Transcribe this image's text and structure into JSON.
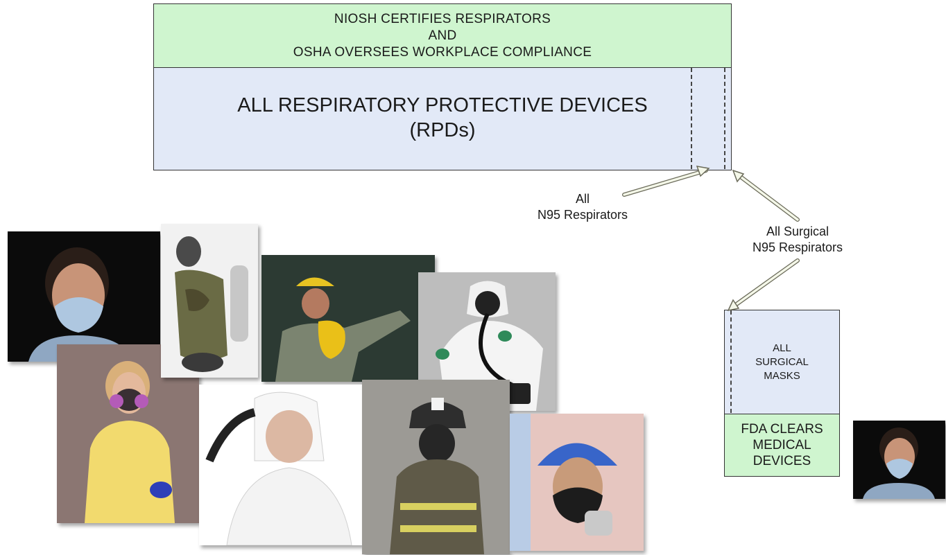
{
  "header": {
    "line1": "NIOSH CERTIFIES RESPIRATORS",
    "line2": "AND",
    "line3": "OSHA OVERSEES WORKPLACE COMPLIANCE"
  },
  "rpd": {
    "line1": "ALL RESPIRATORY PROTECTIVE DEVICES",
    "line2": "(RPDs)"
  },
  "n95_label": {
    "line1": "All",
    "line2": "N95 Respirators"
  },
  "surgical_n95_label": {
    "line1": "All Surgical",
    "line2": "N95 Respirators"
  },
  "masks_box": {
    "line1": "ALL",
    "line2": "SURGICAL",
    "line3": "MASKS"
  },
  "fda_box": {
    "line1": "FDA CLEARS",
    "line2": "MEDICAL",
    "line3": "DEVICES"
  },
  "colors": {
    "green_fill": "#cff5cf",
    "blue_fill": "#e2e9f7",
    "arrow_fill": "#f4f7e8",
    "arrow_stroke": "#6b6b5a"
  },
  "photos": [
    "nurse-n95-photo",
    "scba-soldier-photo",
    "miner-escape-photo",
    "hazmat-papr-photo",
    "healthcare-elastomeric-photo",
    "hood-papr-photo",
    "firefighter-photo",
    "hardhat-mask-photo",
    "nurse-small-photo"
  ]
}
